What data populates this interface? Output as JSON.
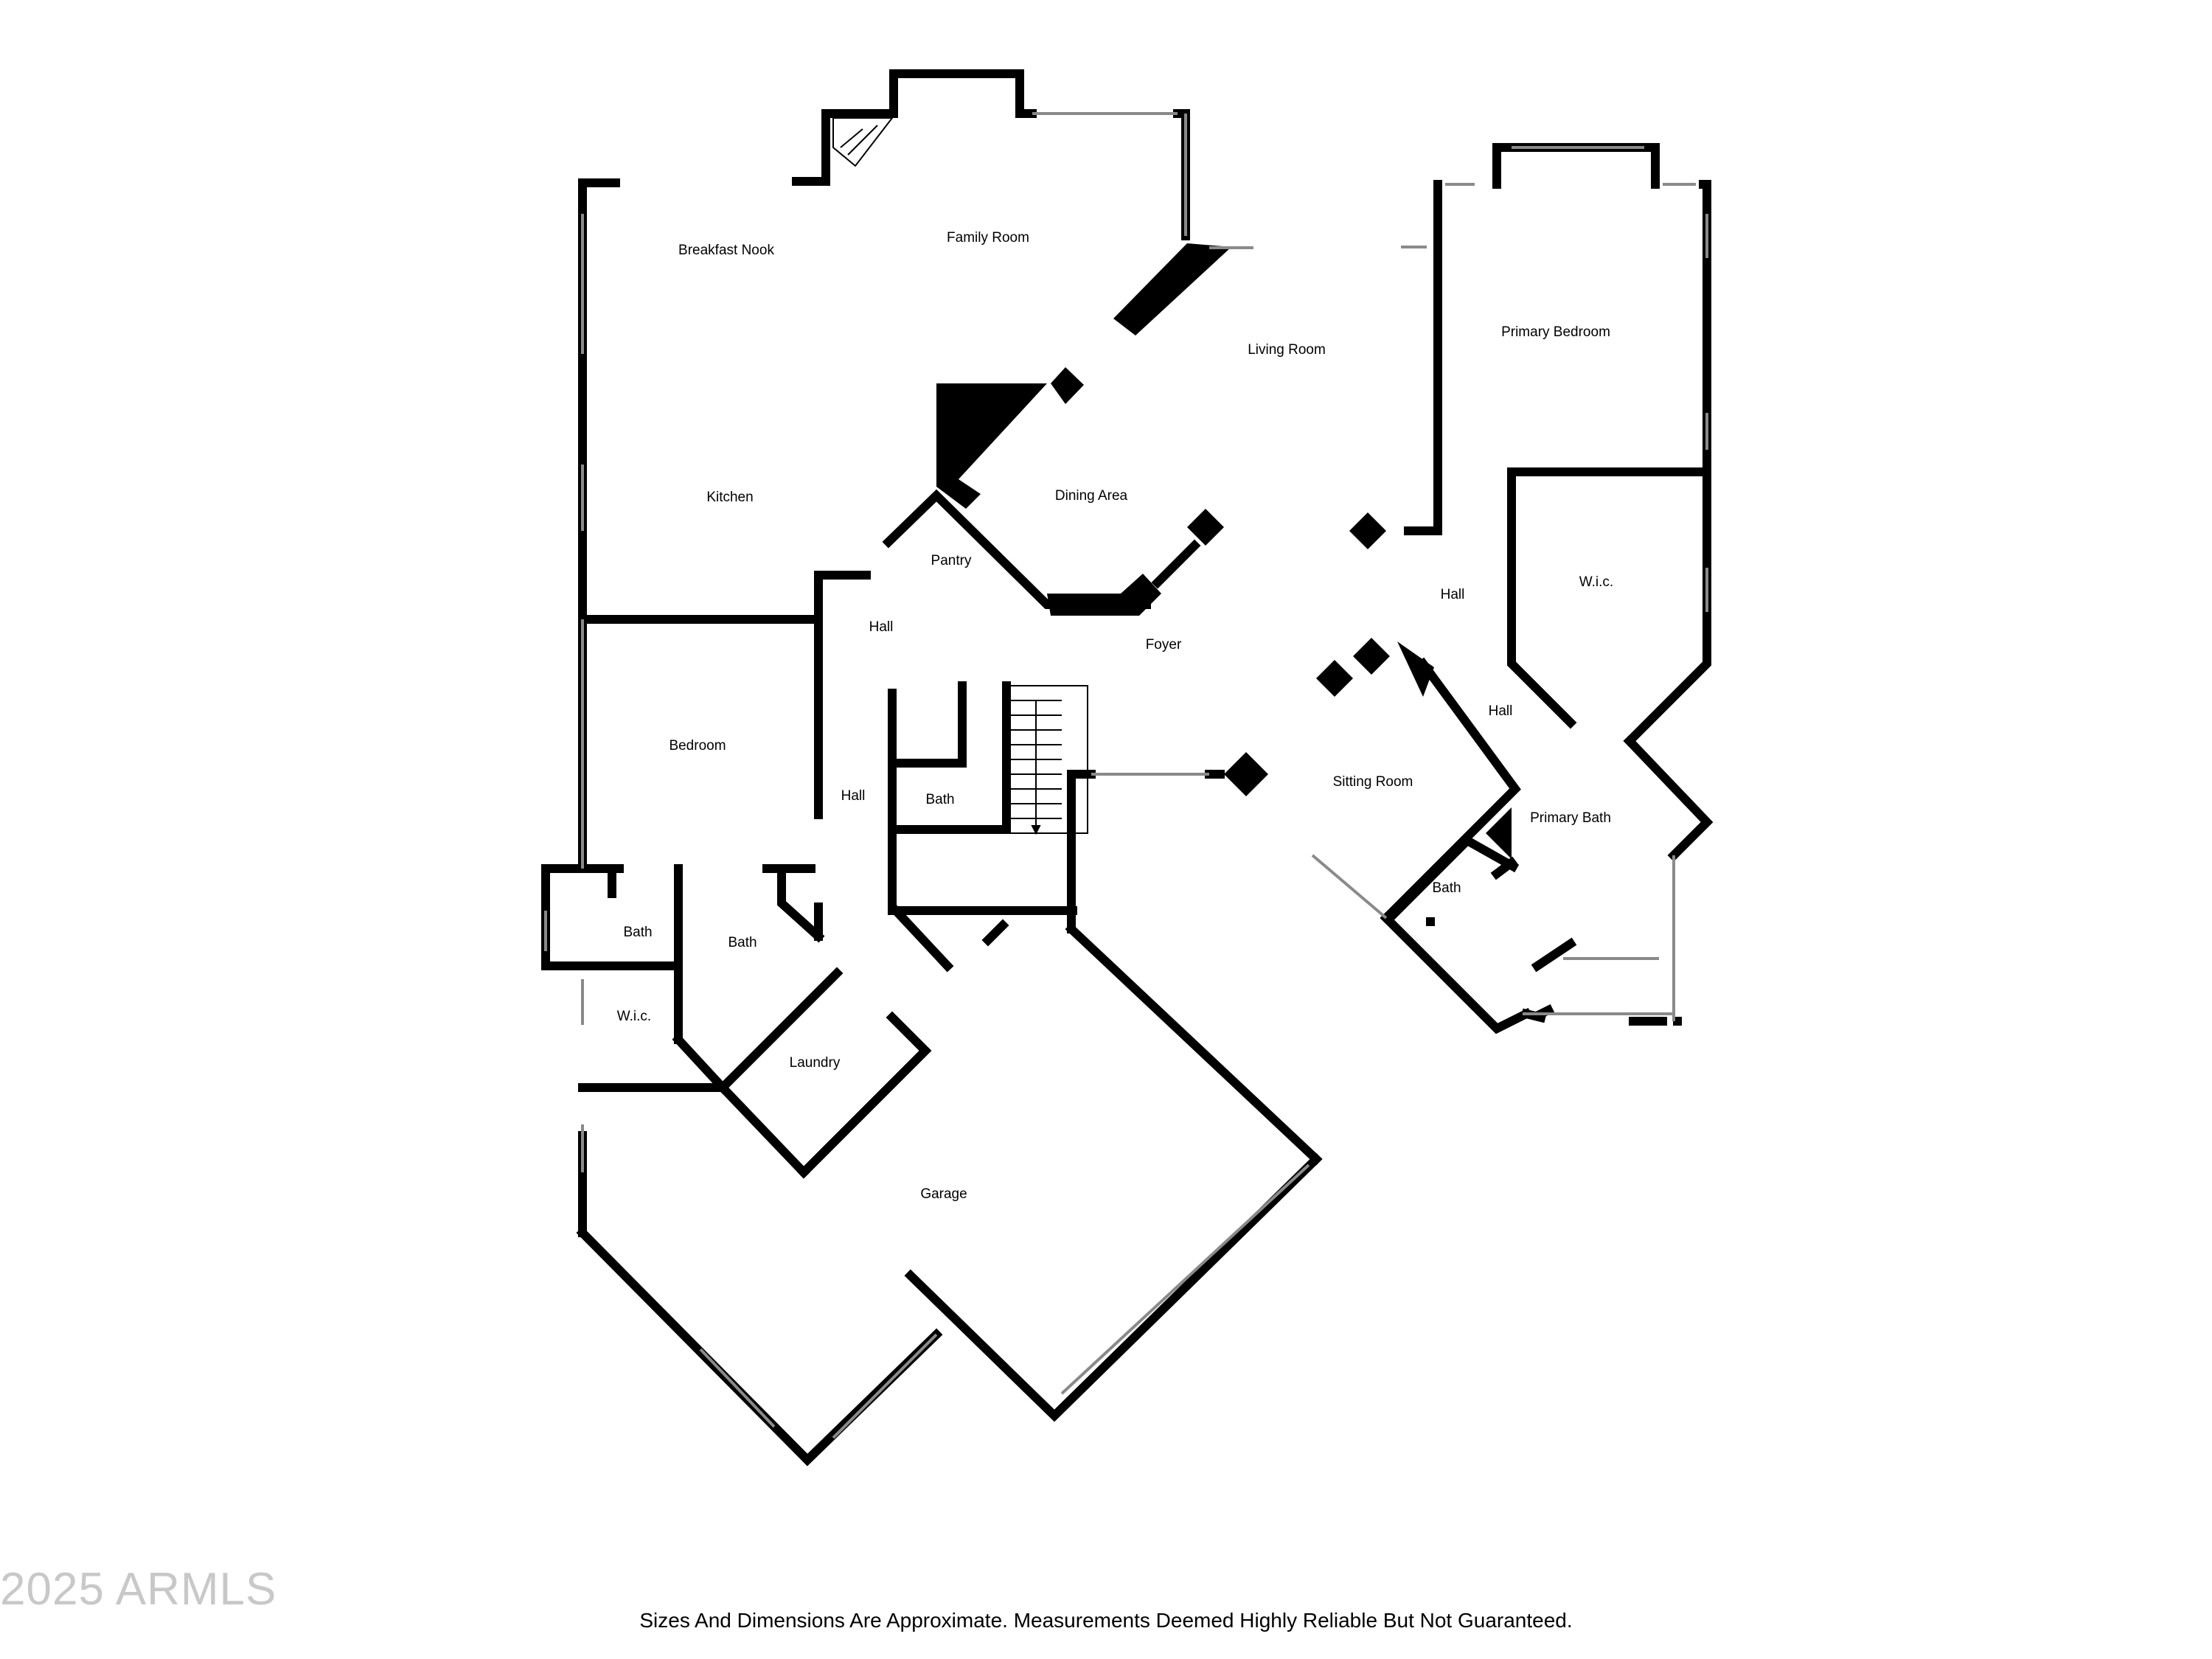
{
  "rooms": {
    "breakfast_nook": "Breakfast Nook",
    "family_room": "Family Room",
    "living_room": "Living Room",
    "primary_bedroom": "Primary Bedroom",
    "kitchen": "Kitchen",
    "dining_area": "Dining Area",
    "pantry": "Pantry",
    "hall_kitchen": "Hall",
    "foyer": "Foyer",
    "hall_primary": "Hall",
    "wic_primary": "W.i.c.",
    "hall_primary_lower": "Hall",
    "bedroom": "Bedroom",
    "hall_bedroom": "Hall",
    "bath_center": "Bath",
    "sitting_room": "Sitting Room",
    "primary_bath": "Primary Bath",
    "bath_sitting": "Bath",
    "bath_left": "Bath",
    "bath_mid": "Bath",
    "wic_left": "W.i.c.",
    "laundry": "Laundry",
    "garage": "Garage"
  },
  "footer": {
    "watermark": "2025 ARMLS",
    "disclaimer": "Sizes And Dimensions Are Approximate. Measurements Deemed Highly Reliable But Not Guaranteed."
  },
  "colors": {
    "wall": "#000000",
    "window": "#8a8a8a",
    "background": "#ffffff"
  }
}
